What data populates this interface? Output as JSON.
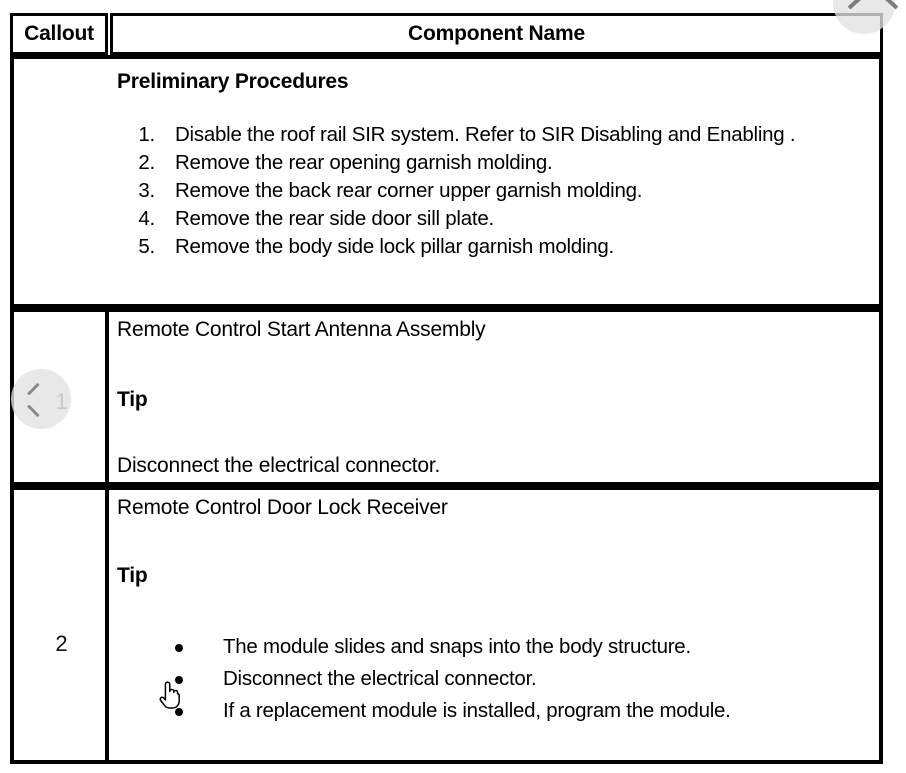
{
  "document": {
    "table": {
      "headers": {
        "callout": "Callout",
        "component_name": "Component Name"
      },
      "rows": [
        {
          "callout": "",
          "title": "Preliminary Procedures",
          "numbered_steps": [
            {
              "num": "1.",
              "text": "Disable the roof rail SIR system. Refer to SIR Disabling and Enabling ."
            },
            {
              "num": "2.",
              "text": "Remove the rear opening garnish molding."
            },
            {
              "num": "3.",
              "text": "Remove the back rear corner upper garnish molding."
            },
            {
              "num": "4.",
              "text": "Remove the rear side door sill plate."
            },
            {
              "num": "5.",
              "text": "Remove the body side lock pillar garnish molding."
            }
          ]
        },
        {
          "callout": "1",
          "component": "Remote Control Start Antenna Assembly",
          "tip_label": "Tip",
          "tip_text": "Disconnect the electrical connector."
        },
        {
          "callout": "2",
          "component": "Remote Control Door Lock Receiver",
          "tip_label": "Tip",
          "bullets": [
            "The module slides and snaps into the body structure.",
            "Disconnect the electrical connector.",
            "If a replacement module is installed, program the module."
          ]
        }
      ]
    }
  },
  "overlay": {
    "prev_icon": "chevron-left-icon",
    "up_icon": "chevron-up-icon",
    "cursor": "pointing-hand-cursor"
  },
  "colors": {
    "page_background": "#ffffff",
    "text": "#000000",
    "rule": "#000000",
    "overlay_circle": "#e1e1e1",
    "overlay_chevron": "#8a8a8a",
    "muted_number": "#6f6f6f"
  }
}
